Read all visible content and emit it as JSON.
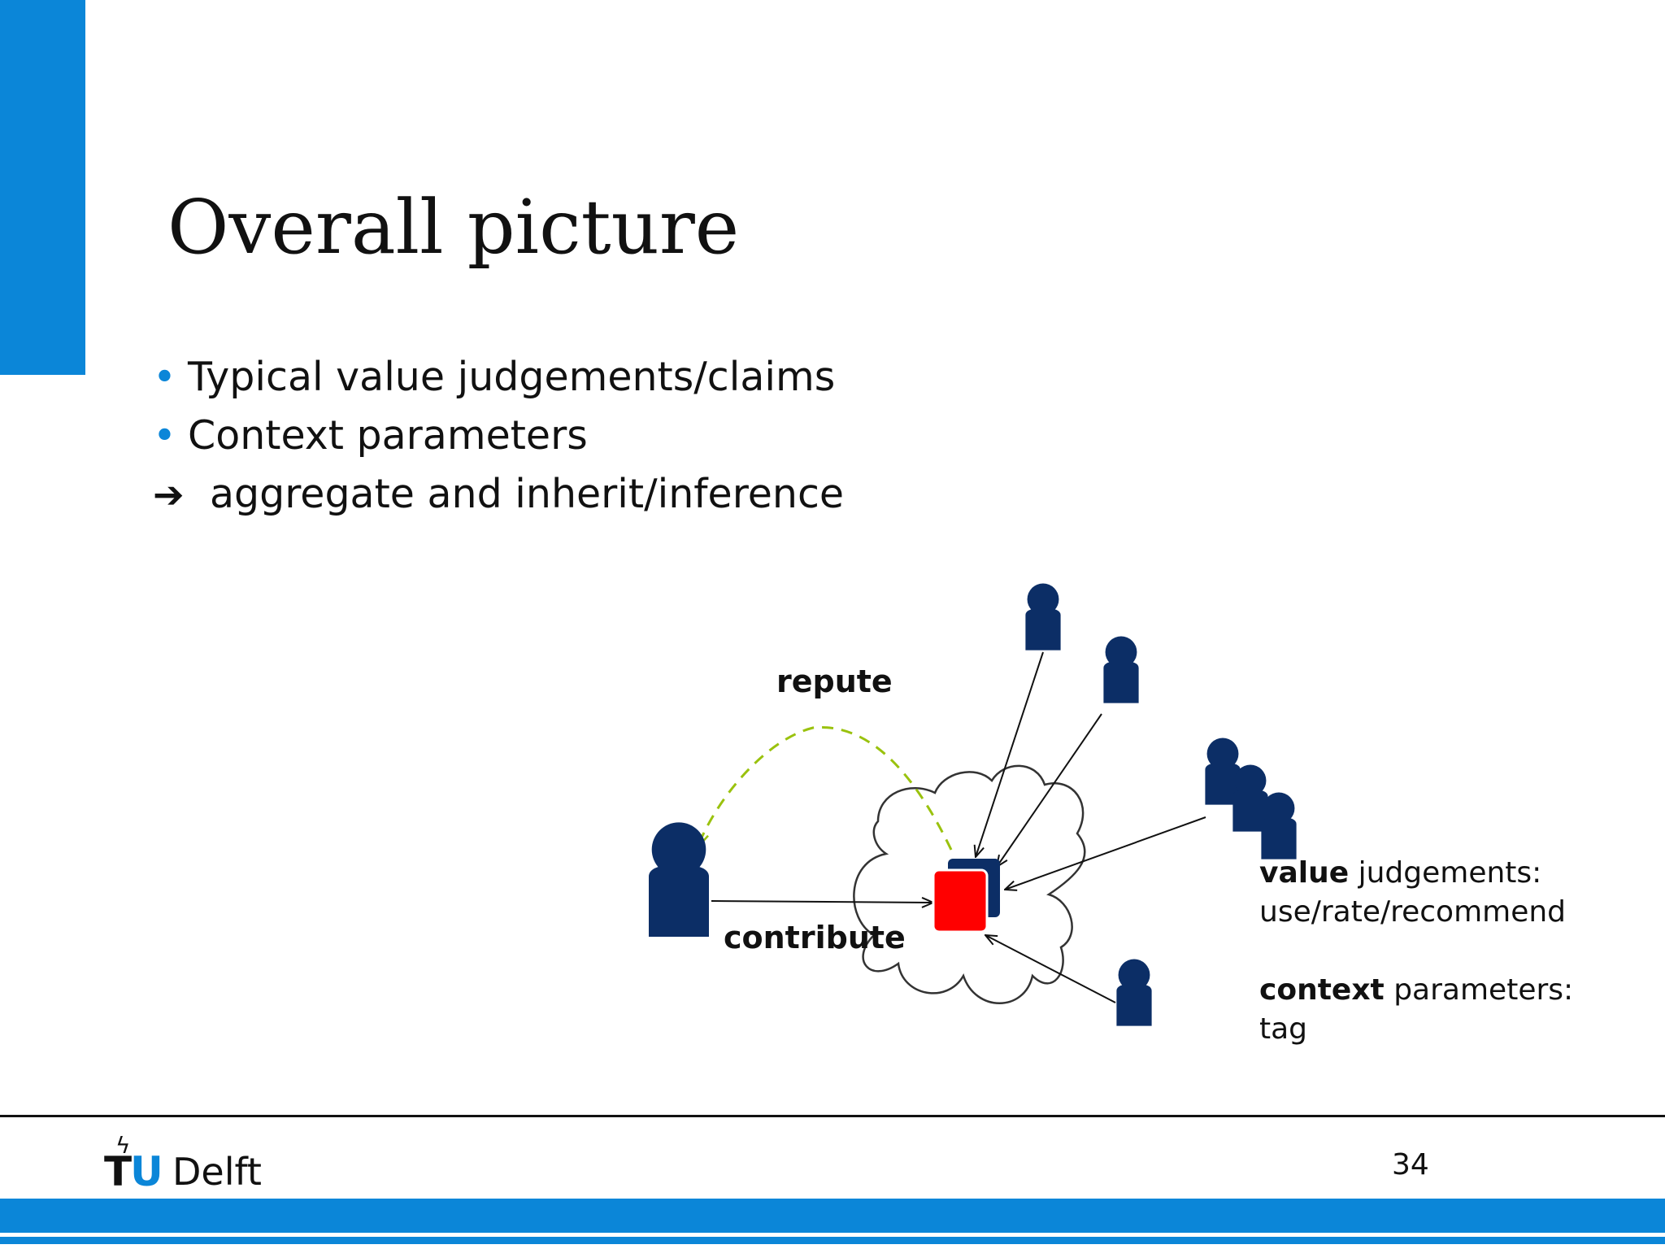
{
  "slide": {
    "title": "Overall picture",
    "bullets": [
      "Typical value judgements/claims",
      "Context parameters"
    ],
    "conclusion": "aggregate and inherit/inference",
    "page_number": "34"
  },
  "diagram": {
    "repute_label": "repute",
    "contribute_label": "contribute",
    "legend": {
      "value_bold": "value",
      "value_text": " judgements:",
      "value_detail": "use/rate/recommend",
      "context_bold": "context",
      "context_text": " parameters:",
      "context_detail": "tag"
    }
  },
  "logo": {
    "tu": "TU",
    "delft": "Delft"
  },
  "colors": {
    "accent": "#0b86d8",
    "user": "#0c2e66",
    "item": "#ff0000",
    "repute_arrow": "#9ac20e"
  }
}
